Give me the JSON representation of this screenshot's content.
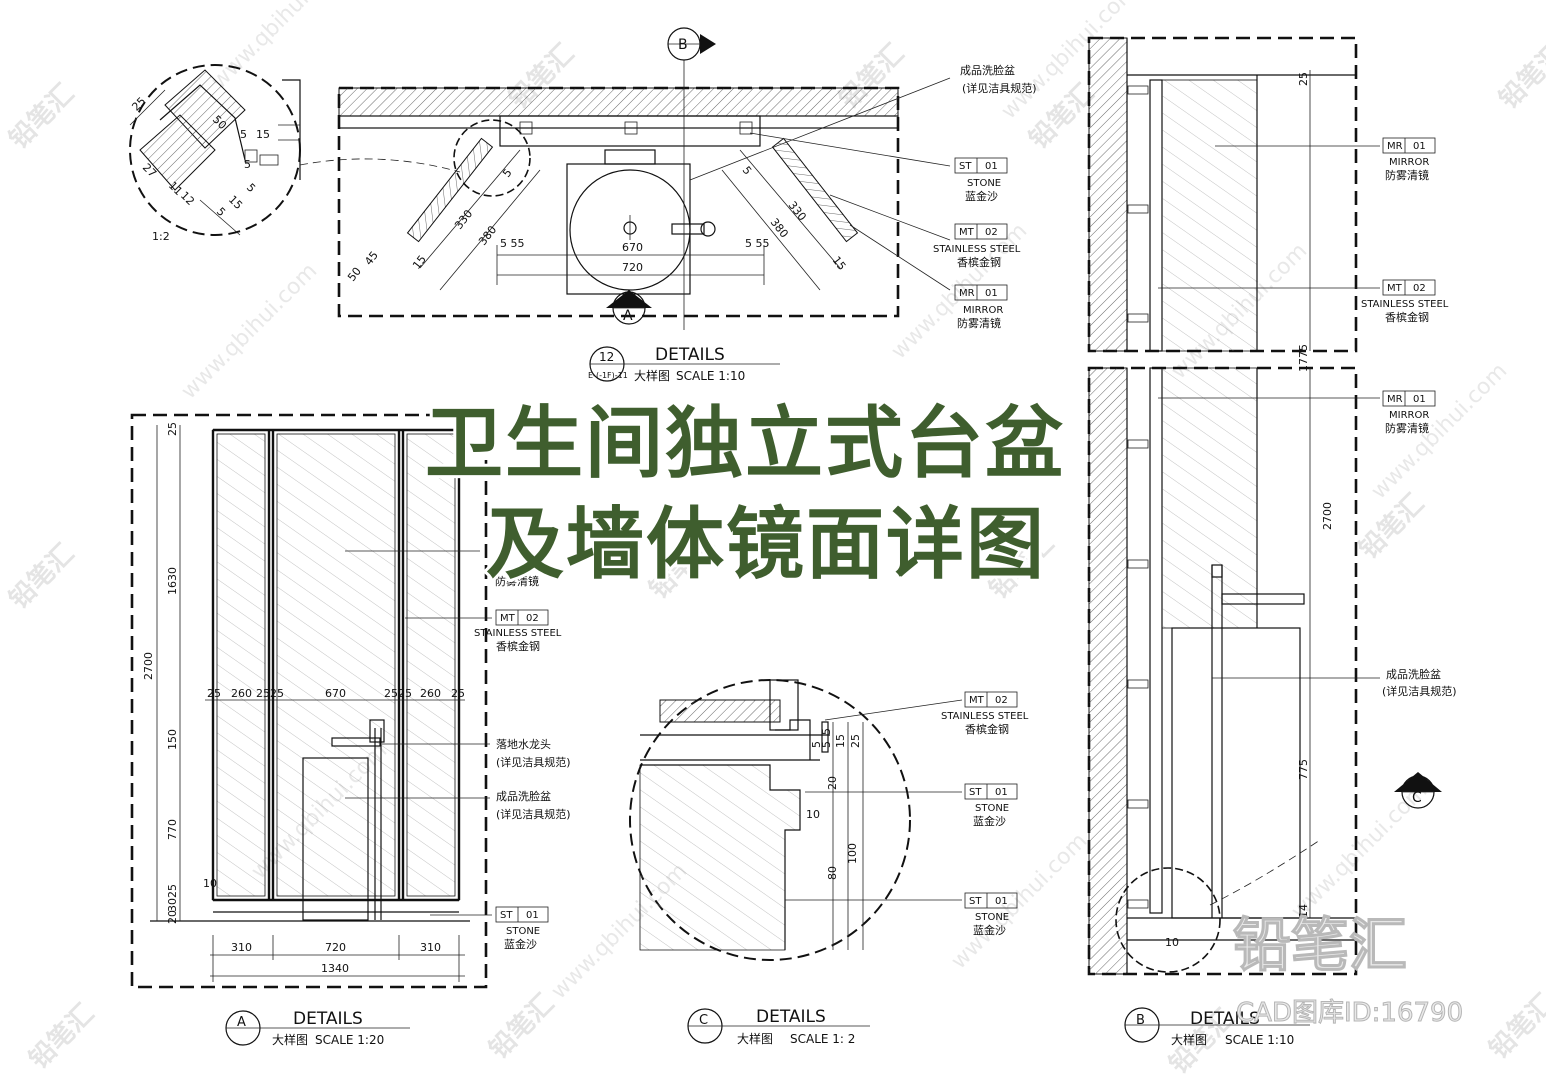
{
  "title": {
    "line1": "卫生间独立式台盆",
    "line2": "及墙体镜面详图"
  },
  "brand": {
    "logo": "铅笔汇",
    "id_text": "CAD图库ID:16790"
  },
  "watermarks": {
    "cn": "铅笔汇",
    "url": "www.qbihui.com"
  },
  "section_markers": {
    "a": "A",
    "b": "B",
    "c": "C"
  },
  "details_labels": {
    "top": {
      "num": "12",
      "ref": "E-(-1F)-11",
      "title": "DETAILS",
      "sub_cn": "大样图",
      "scale": "SCALE  1:10"
    },
    "a": {
      "num": "A",
      "title": "DETAILS",
      "sub_cn": "大样图",
      "scale": "SCALE  1:20"
    },
    "c": {
      "num": "C",
      "title": "DETAILS",
      "sub_cn": "大样图",
      "scale": "SCALE  1: 2"
    },
    "b": {
      "num": "B",
      "title": "DETAILS",
      "sub_cn": "大样图",
      "scale": "SCALE  1:10"
    }
  },
  "material_tags": {
    "st01": {
      "code": "ST",
      "num": "01",
      "en": "STONE",
      "cn": "蓝金沙"
    },
    "mt02": {
      "code": "MT",
      "num": "02",
      "en": "STAINLESS STEEL",
      "cn": "香槟金钢"
    },
    "mr01": {
      "code": "MR",
      "num": "01",
      "en": "MIRROR",
      "cn": "防雾清镜"
    }
  },
  "notes": {
    "basin_cn": "成品洗脸盆",
    "basin_sub": "(详见洁具规范)",
    "faucet_cn": "落地水龙头",
    "faucet_sub": "(详见洁具规范)",
    "mirror_cn": "防雾清镜"
  },
  "detail_scale_inset": "1:2",
  "dims_top_plan": {
    "d720": "720",
    "d670": "670",
    "d330l": "330",
    "d380l": "380",
    "d330r": "330",
    "d380r": "380",
    "d5_55a": "5 55",
    "d5_55b": "5 55",
    "d45": "45",
    "d50": "50",
    "d15a": "15",
    "d15b": "15",
    "d5a": "5",
    "d5b": "5"
  },
  "dims_inset_circle": {
    "d25": "25",
    "d50": "50",
    "d27": "27",
    "d5a": "5",
    "d15": "15",
    "d12": "12",
    "d11": "11",
    "d5b": "5",
    "d15b": "15",
    "d5c": "5",
    "d5d": "5"
  },
  "dims_elev_a": {
    "h2700": "2700",
    "h25top": "25",
    "h1630": "1630",
    "h150": "150",
    "h770": "770",
    "h25bot": "25",
    "h30": "30",
    "h20": "20",
    "h10": "10",
    "w25a": "25",
    "w260a": "260",
    "w25b": "25",
    "w25c": "25",
    "w670": "670",
    "w25d": "25",
    "w25e": "25",
    "w260b": "260",
    "w25f": "25",
    "w310a": "310",
    "w720": "720",
    "w310b": "310",
    "w1340": "1340"
  },
  "dims_detail_c": {
    "d5a": "5",
    "d5b": "5",
    "d5c": "5",
    "d15": "15",
    "d25": "25",
    "d20": "20",
    "d10": "10",
    "d80": "80",
    "d100": "100"
  },
  "dims_section_b": {
    "d25": "25",
    "d1775": "1775",
    "d2700": "2700",
    "d775": "775",
    "d10": "10",
    "d14": "14"
  }
}
